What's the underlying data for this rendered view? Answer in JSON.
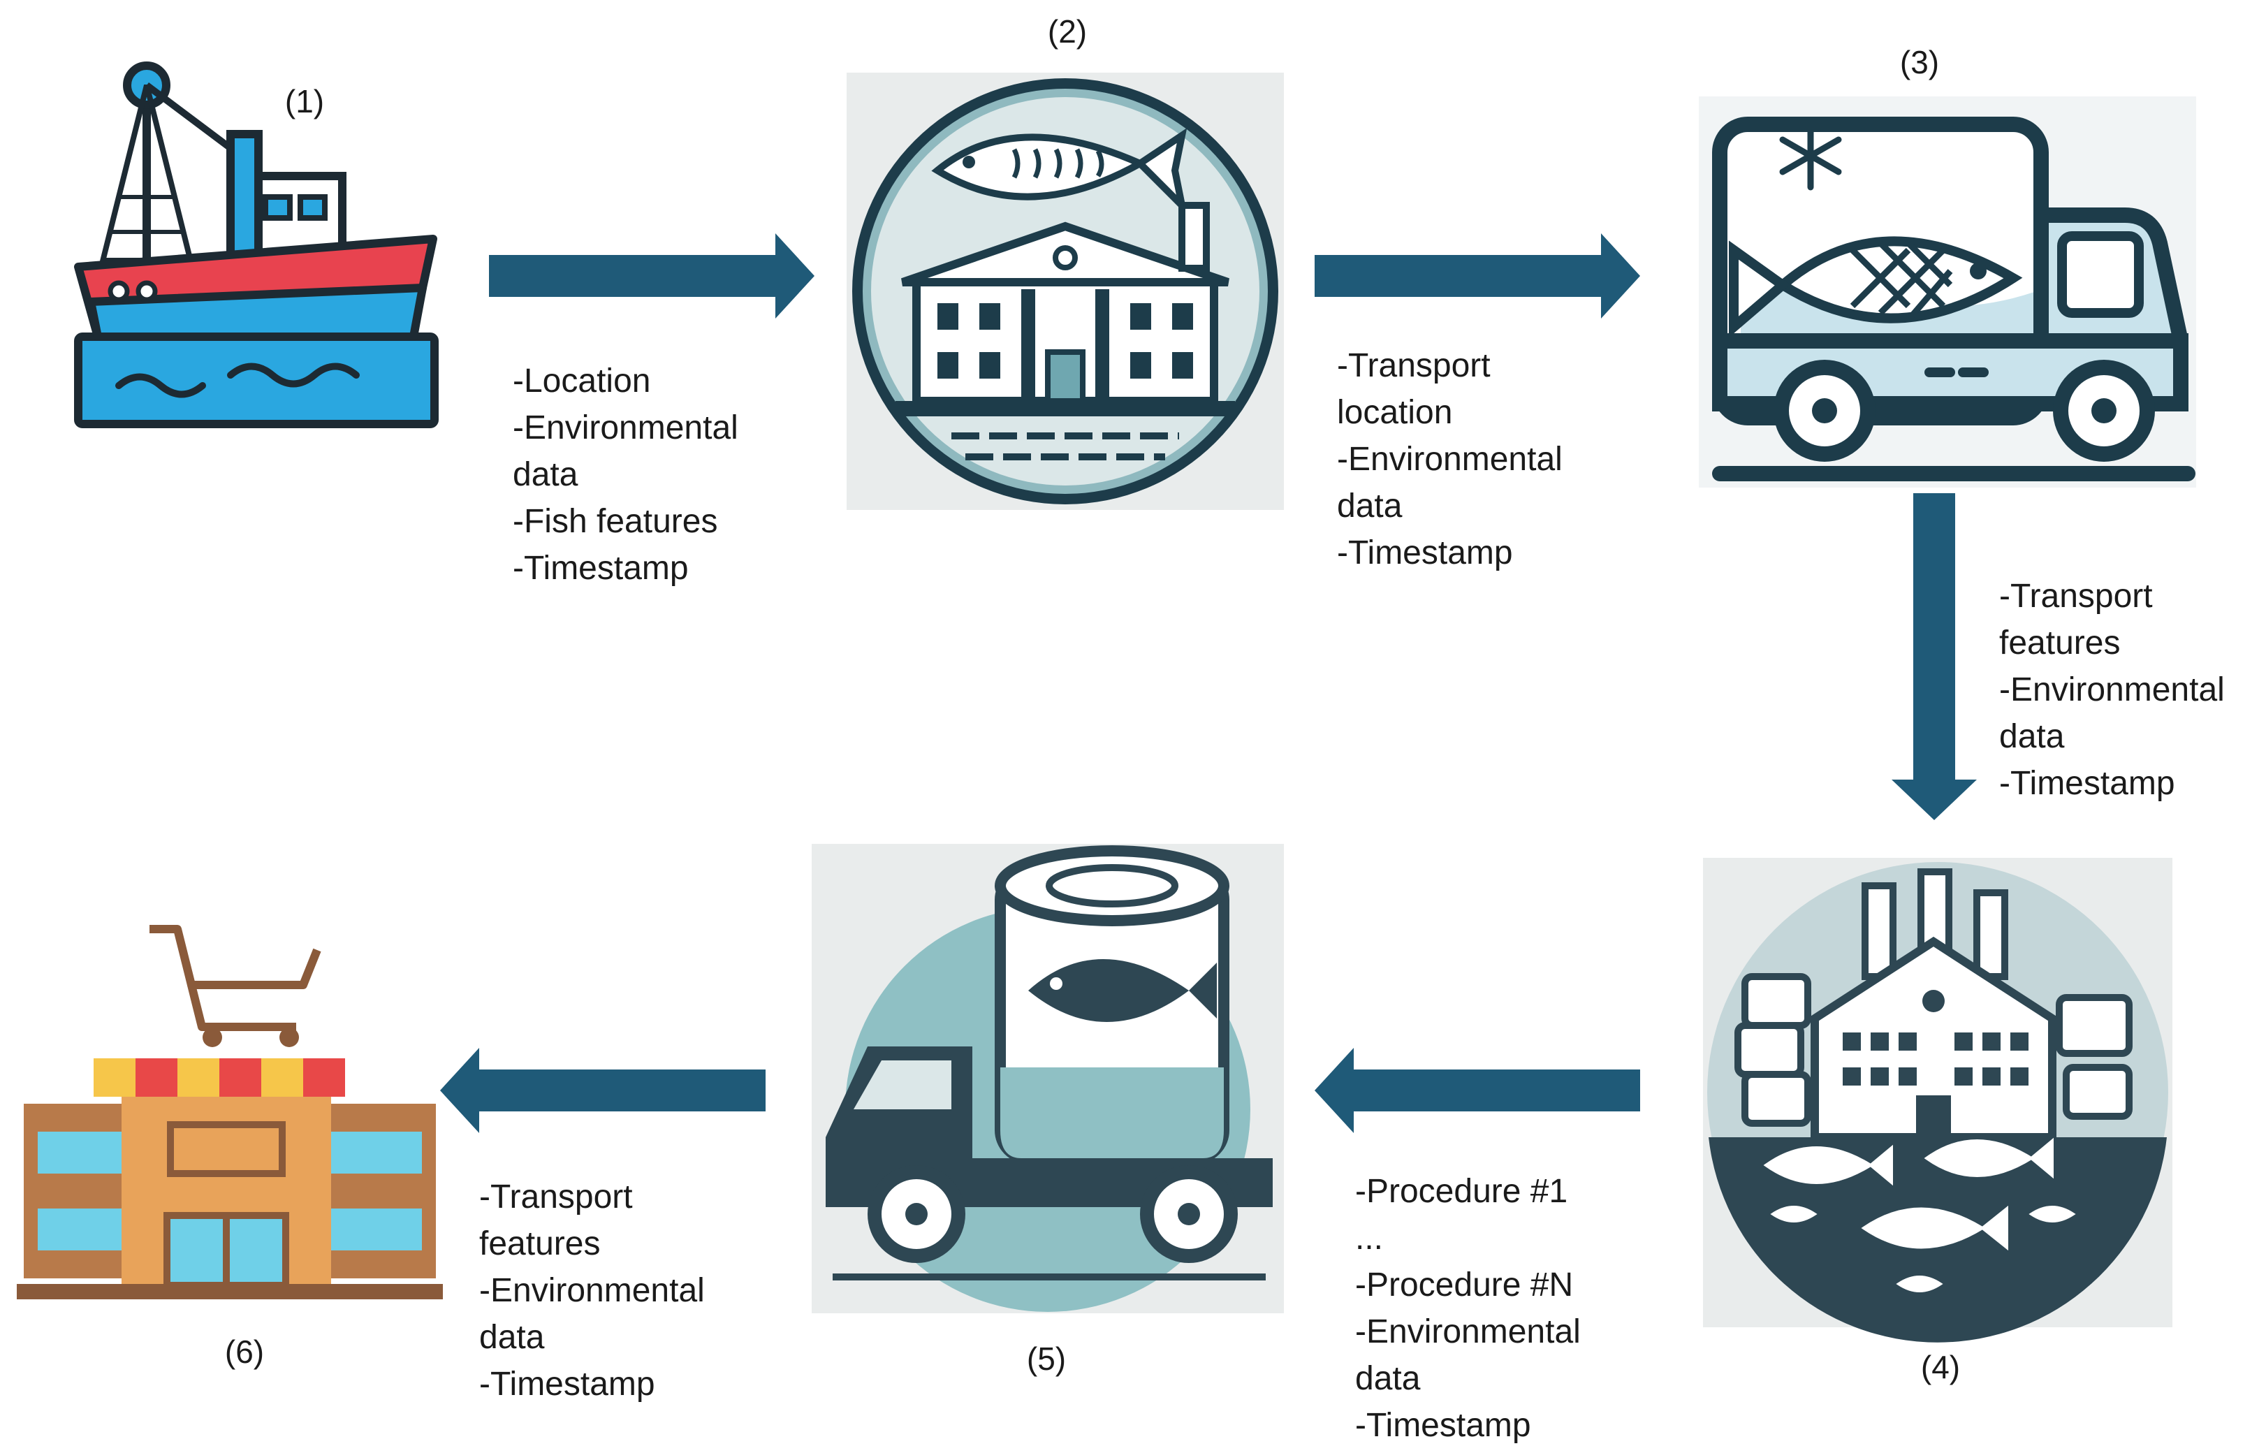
{
  "nodes": [
    {
      "id": "1",
      "label": "(1)",
      "icon": "fishing-boat-icon"
    },
    {
      "id": "2",
      "label": "(2)",
      "icon": "fish-market-building-icon"
    },
    {
      "id": "3",
      "label": "(3)",
      "icon": "refrigerated-truck-icon"
    },
    {
      "id": "4",
      "label": "(4)",
      "icon": "fish-processing-factory-icon"
    },
    {
      "id": "5",
      "label": "(5)",
      "icon": "canned-fish-truck-icon"
    },
    {
      "id": "6",
      "label": "(6)",
      "icon": "retail-store-icon"
    }
  ],
  "edges": [
    {
      "from": "1",
      "to": "2",
      "text": "-Location\n-Environmental\ndata\n-Fish features\n-Timestamp"
    },
    {
      "from": "2",
      "to": "3",
      "text": "-Transport\nlocation\n-Environmental\ndata\n-Timestamp"
    },
    {
      "from": "3",
      "to": "4",
      "text": "-Transport\nfeatures\n-Environmental\ndata\n-Timestamp"
    },
    {
      "from": "4",
      "to": "5",
      "text": "-Procedure #1\n...\n-Procedure #N\n-Environmental\ndata\n-Timestamp"
    },
    {
      "from": "5",
      "to": "6",
      "text": "-Transport\nfeatures\n-Environmental\ndata\n-Timestamp"
    }
  ],
  "colors": {
    "arrow": "#1f5a78",
    "icon_dark": "#1d3c4a",
    "icon_teal": "#6fa7b0",
    "boat_red": "#e8434f",
    "water_blue": "#2aa7e0",
    "store_orange": "#e8a35a"
  }
}
